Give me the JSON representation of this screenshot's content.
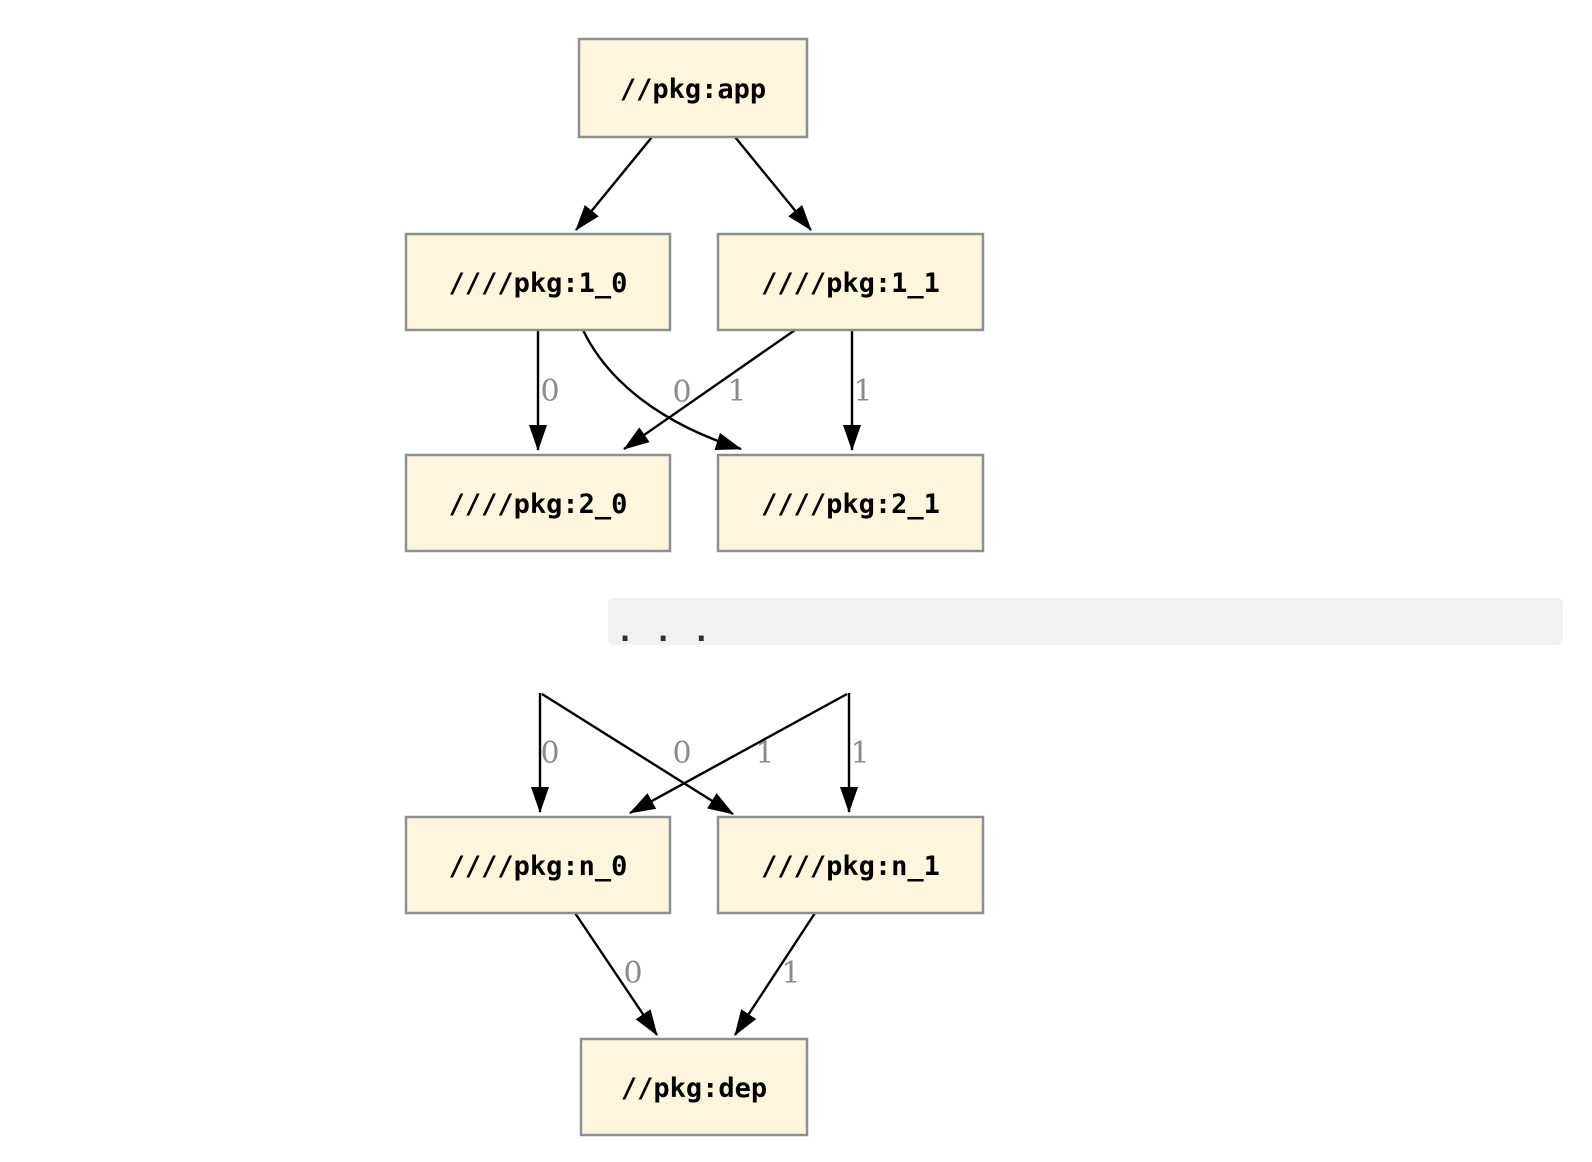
{
  "diagram": {
    "type": "dependency-graph",
    "separator_text": ". . .",
    "colors": {
      "background": "#ffffff",
      "node_fill": "#FDF6DC",
      "node_border": "#8B9192",
      "node_text": "#000000",
      "edge": "#000000",
      "edge_label": "#8A8A8A",
      "separator_band": "#F1F1F1",
      "separator_dots": "#2F2F2F"
    },
    "nodes": [
      {
        "id": "app",
        "label": "//pkg:app"
      },
      {
        "id": "1_0",
        "label": "////pkg:1_0"
      },
      {
        "id": "1_1",
        "label": "////pkg:1_1"
      },
      {
        "id": "2_0",
        "label": "////pkg:2_0"
      },
      {
        "id": "2_1",
        "label": "////pkg:2_1"
      },
      {
        "id": "n_0",
        "label": "////pkg:n_0"
      },
      {
        "id": "n_1",
        "label": "////pkg:n_1"
      },
      {
        "id": "dep",
        "label": "//pkg:dep"
      }
    ],
    "edges": [
      {
        "from": "app",
        "to": "1_0",
        "label": ""
      },
      {
        "from": "app",
        "to": "1_1",
        "label": ""
      },
      {
        "from": "1_0",
        "to": "2_0",
        "label": "0"
      },
      {
        "from": "1_0",
        "to": "2_1",
        "label": "0"
      },
      {
        "from": "1_1",
        "to": "2_0",
        "label": "1"
      },
      {
        "from": "1_1",
        "to": "2_1",
        "label": "1"
      },
      {
        "from": "...",
        "to": "n_0",
        "label": "0"
      },
      {
        "from": "...",
        "to": "n_1",
        "label": "0"
      },
      {
        "from": "...",
        "to": "n_0",
        "label": "1"
      },
      {
        "from": "...",
        "to": "n_1",
        "label": "1"
      },
      {
        "from": "n_0",
        "to": "dep",
        "label": "0"
      },
      {
        "from": "n_1",
        "to": "dep",
        "label": "1"
      }
    ]
  }
}
